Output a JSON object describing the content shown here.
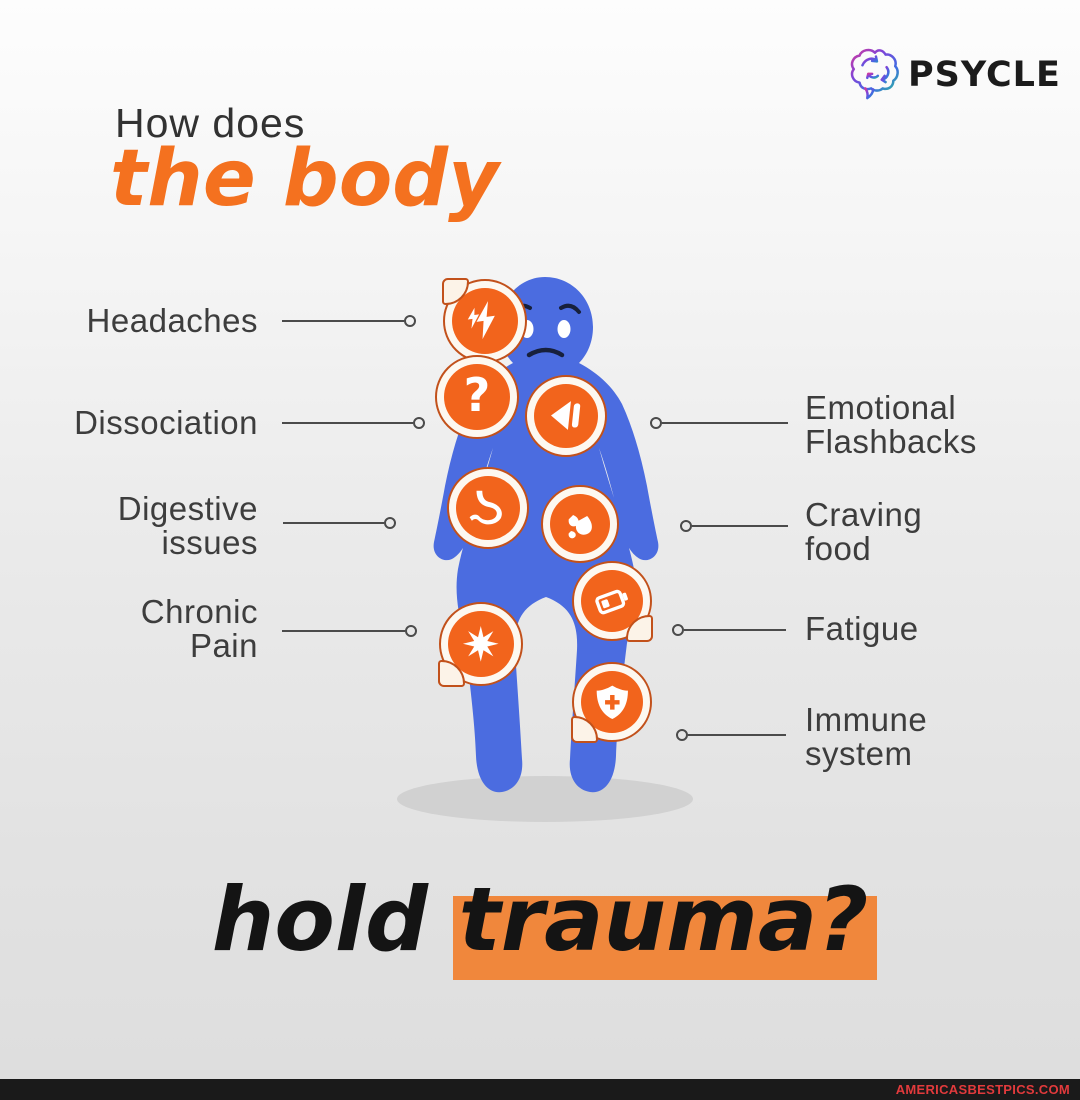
{
  "brand": {
    "name": "PSYCLE",
    "logo_icon": "brain-gradient-icon"
  },
  "title": {
    "line1": "How does",
    "line2": "the body"
  },
  "bottom_title": {
    "prefix": "hold ",
    "highlighted": "trauma?"
  },
  "figure": {
    "description": "blue human silhouette with worried face",
    "mood": "worried"
  },
  "symptoms": {
    "left": [
      {
        "lines": [
          "Headaches"
        ],
        "icon": "lightning-bolts-icon"
      },
      {
        "lines": [
          "Dissociation"
        ],
        "icon": "question-mark-icon",
        "glyph": "?"
      },
      {
        "lines": [
          "Digestive",
          "issues"
        ],
        "icon": "stomach-icon"
      },
      {
        "lines": [
          "Chronic",
          "Pain"
        ],
        "icon": "starburst-icon"
      }
    ],
    "right": [
      {
        "lines": [
          "Emotional",
          "Flashbacks"
        ],
        "icon": "rewind-icon"
      },
      {
        "lines": [
          "Craving",
          "food"
        ],
        "icon": "splash-drops-icon"
      },
      {
        "lines": [
          "Fatigue"
        ],
        "icon": "battery-low-icon"
      },
      {
        "lines": [
          "Immune",
          "system"
        ],
        "icon": "shield-cross-icon"
      }
    ]
  },
  "watermark": {
    "text": "AMERICASBESTPICS.COM"
  },
  "colors": {
    "accent_orange": "#f4711f",
    "highlight_orange": "#f0873c",
    "icon_orange": "#f2641c",
    "icon_ring_border": "#c2511b",
    "body_blue": "#4b6ce0",
    "text_dark": "#3d3d3d",
    "connector_gray": "#4b4b4b",
    "watermark_red": "#e23a3c",
    "watermark_bar": "#1a1a1a",
    "shadow_gray": "#d1d1d1"
  }
}
